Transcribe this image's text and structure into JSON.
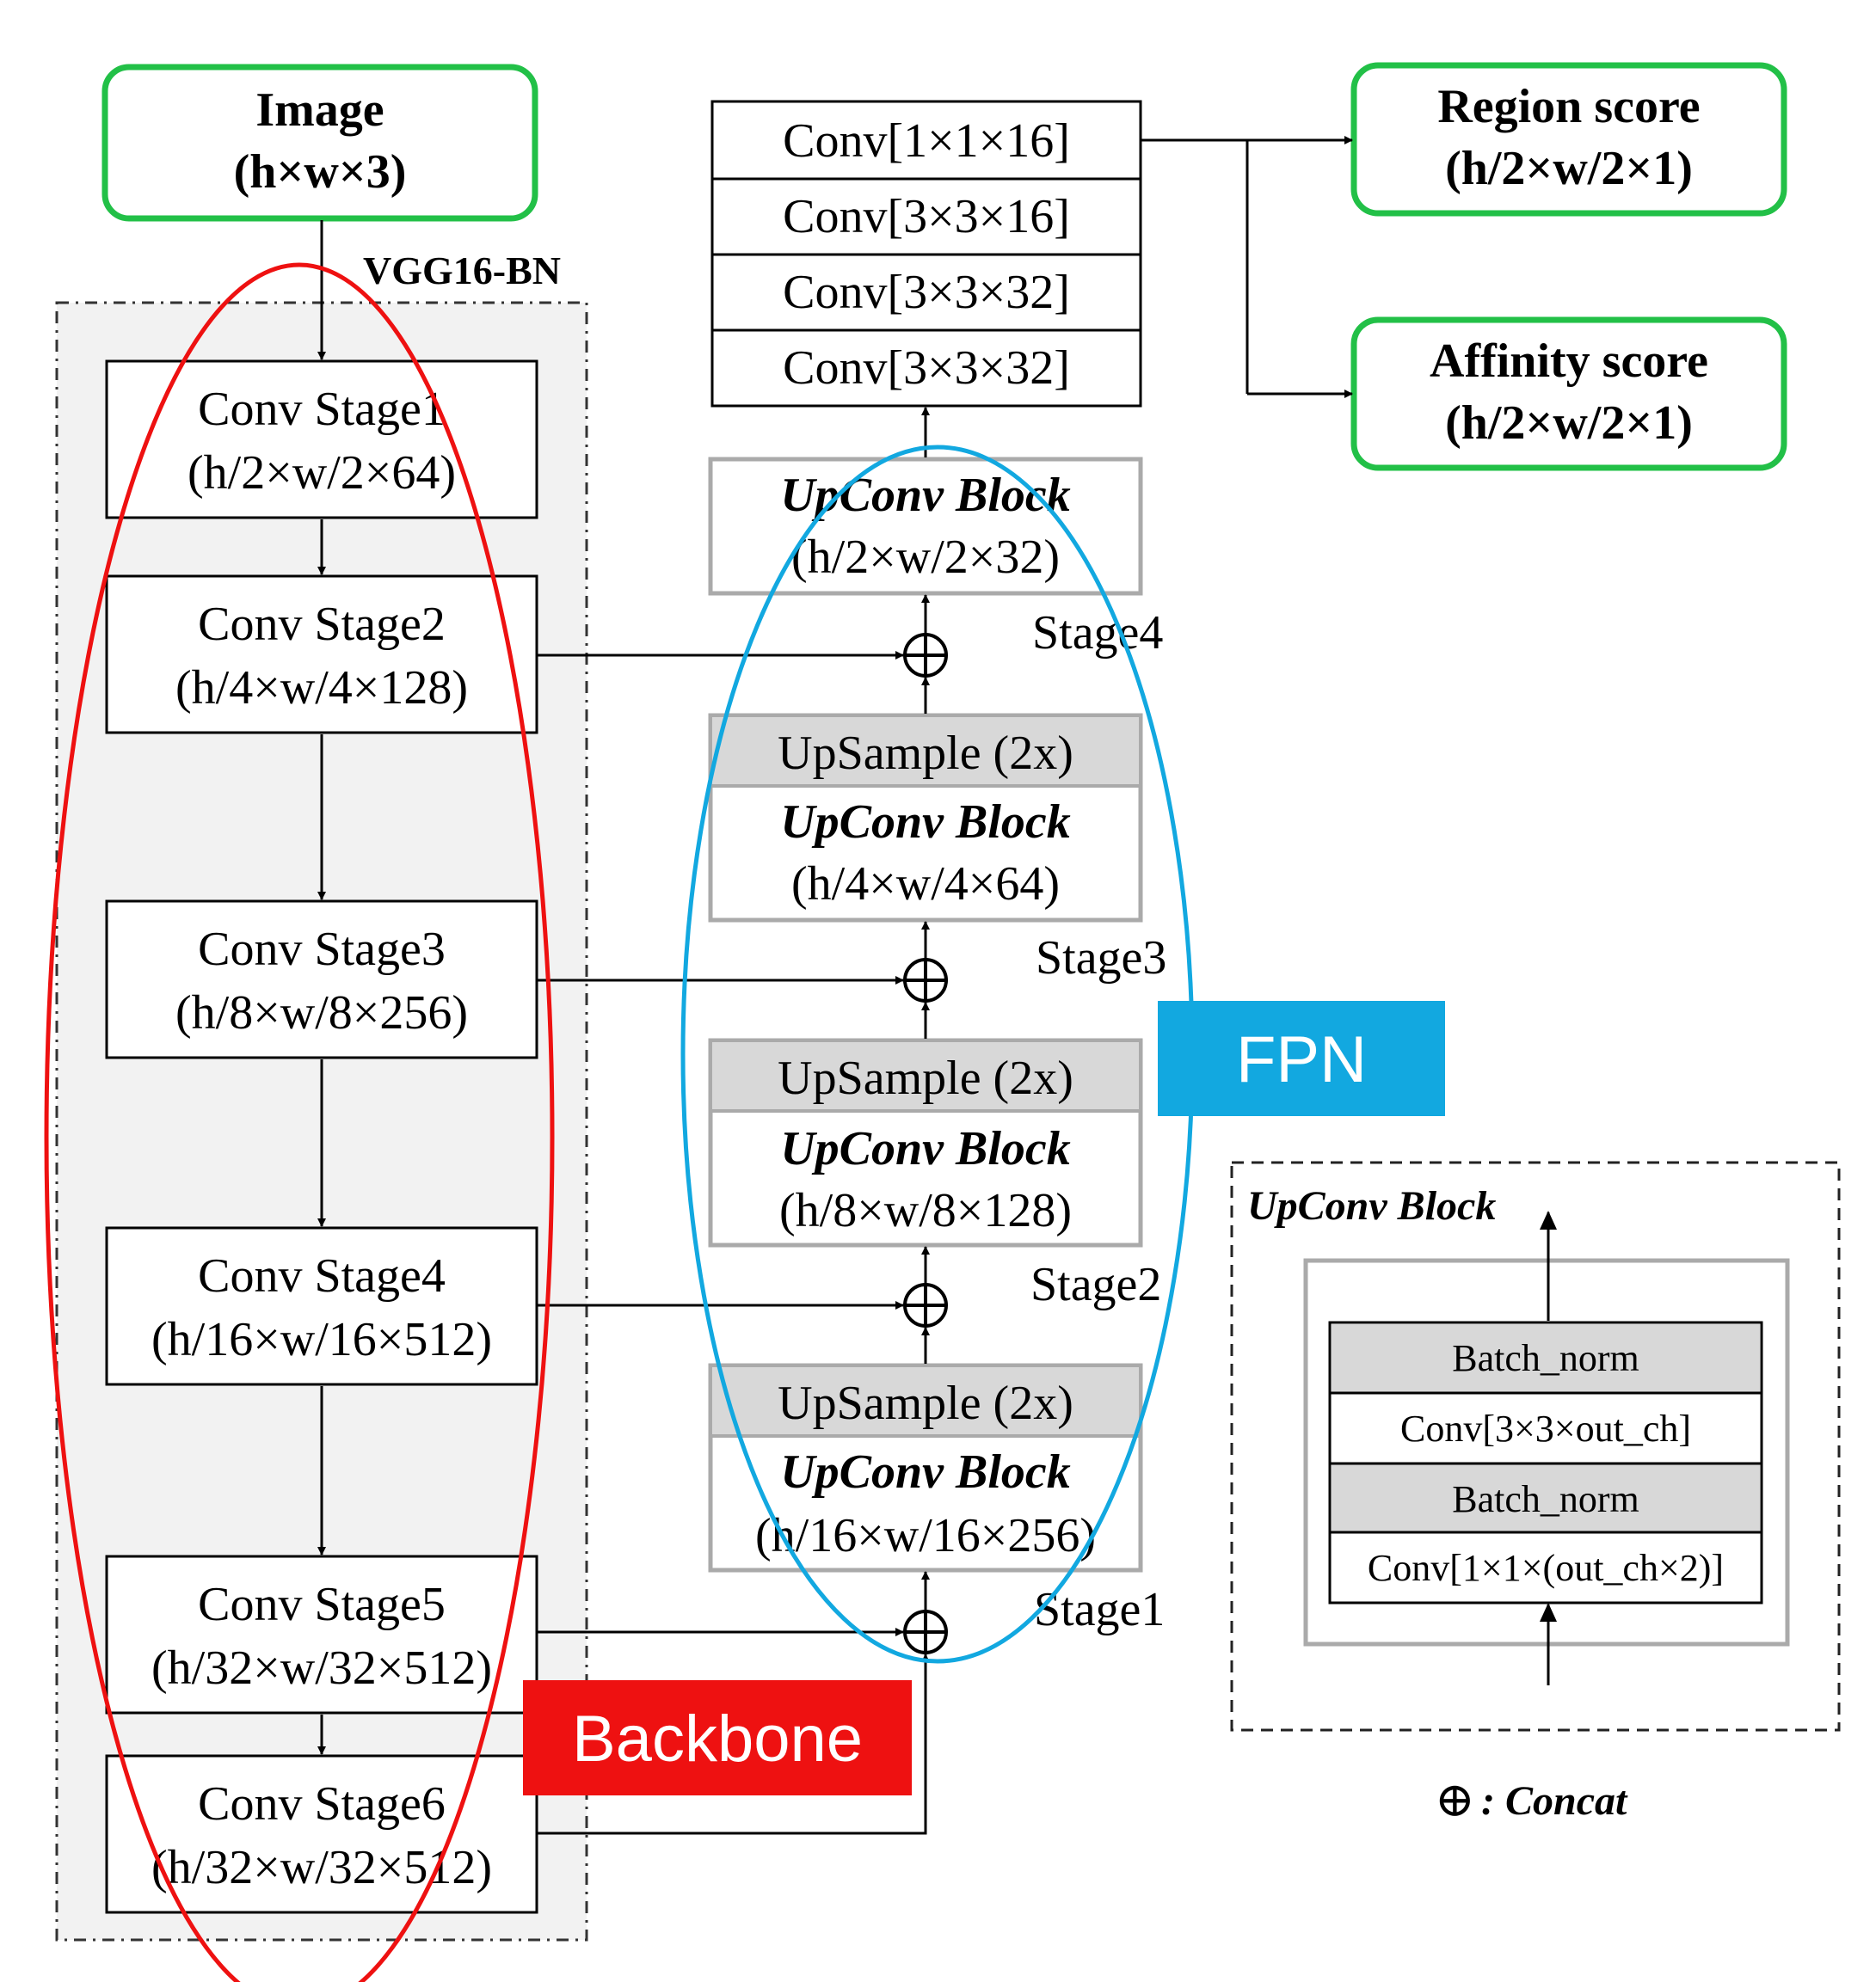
{
  "colors": {
    "green": "#22c047",
    "red": "#ee1111",
    "blue": "#12a8e0",
    "gray_fill": "#d8d8d8",
    "panel_fill": "#f2f2f2"
  },
  "input": {
    "title": "Image",
    "shape": "(h×w×3)"
  },
  "backbone": {
    "name": "VGG16-BN",
    "label": "Backbone",
    "stages": [
      {
        "title": "Conv Stage1",
        "shape": "(h/2×w/2×64)"
      },
      {
        "title": "Conv Stage2",
        "shape": "(h/4×w/4×128)"
      },
      {
        "title": "Conv Stage3",
        "shape": "(h/8×w/8×256)"
      },
      {
        "title": "Conv Stage4",
        "shape": "(h/16×w/16×512)"
      },
      {
        "title": "Conv Stage5",
        "shape": "(h/32×w/32×512)"
      },
      {
        "title": "Conv Stage6",
        "shape": "(h/32×w/32×512)"
      }
    ]
  },
  "fpn": {
    "label": "FPN",
    "upsample_label": "UpSample (2x)",
    "block_name": "UpConv Block",
    "blocks": [
      {
        "shape": "(h/2×w/2×32)"
      },
      {
        "shape": "(h/4×w/4×64)"
      },
      {
        "shape": "(h/8×w/8×128)"
      },
      {
        "shape": "(h/16×w/16×256)"
      }
    ],
    "stage_labels": [
      "Stage4",
      "Stage3",
      "Stage2",
      "Stage1"
    ]
  },
  "head": {
    "layers": [
      "Conv[1×1×16]",
      "Conv[3×3×16]",
      "Conv[3×3×32]",
      "Conv[3×3×32]"
    ]
  },
  "outputs": [
    {
      "title": "Region score",
      "shape": "(h/2×w/2×1)"
    },
    {
      "title": "Affinity score",
      "shape": "(h/2×w/2×1)"
    }
  ],
  "legend": {
    "title": "UpConv Block",
    "layers": [
      "Batch_norm",
      "Conv[3×3×out_ch]",
      "Batch_norm",
      "Conv[1×1×(out_ch×2)]"
    ],
    "concat_symbol": "⊕",
    "concat_text": ": Concat"
  }
}
